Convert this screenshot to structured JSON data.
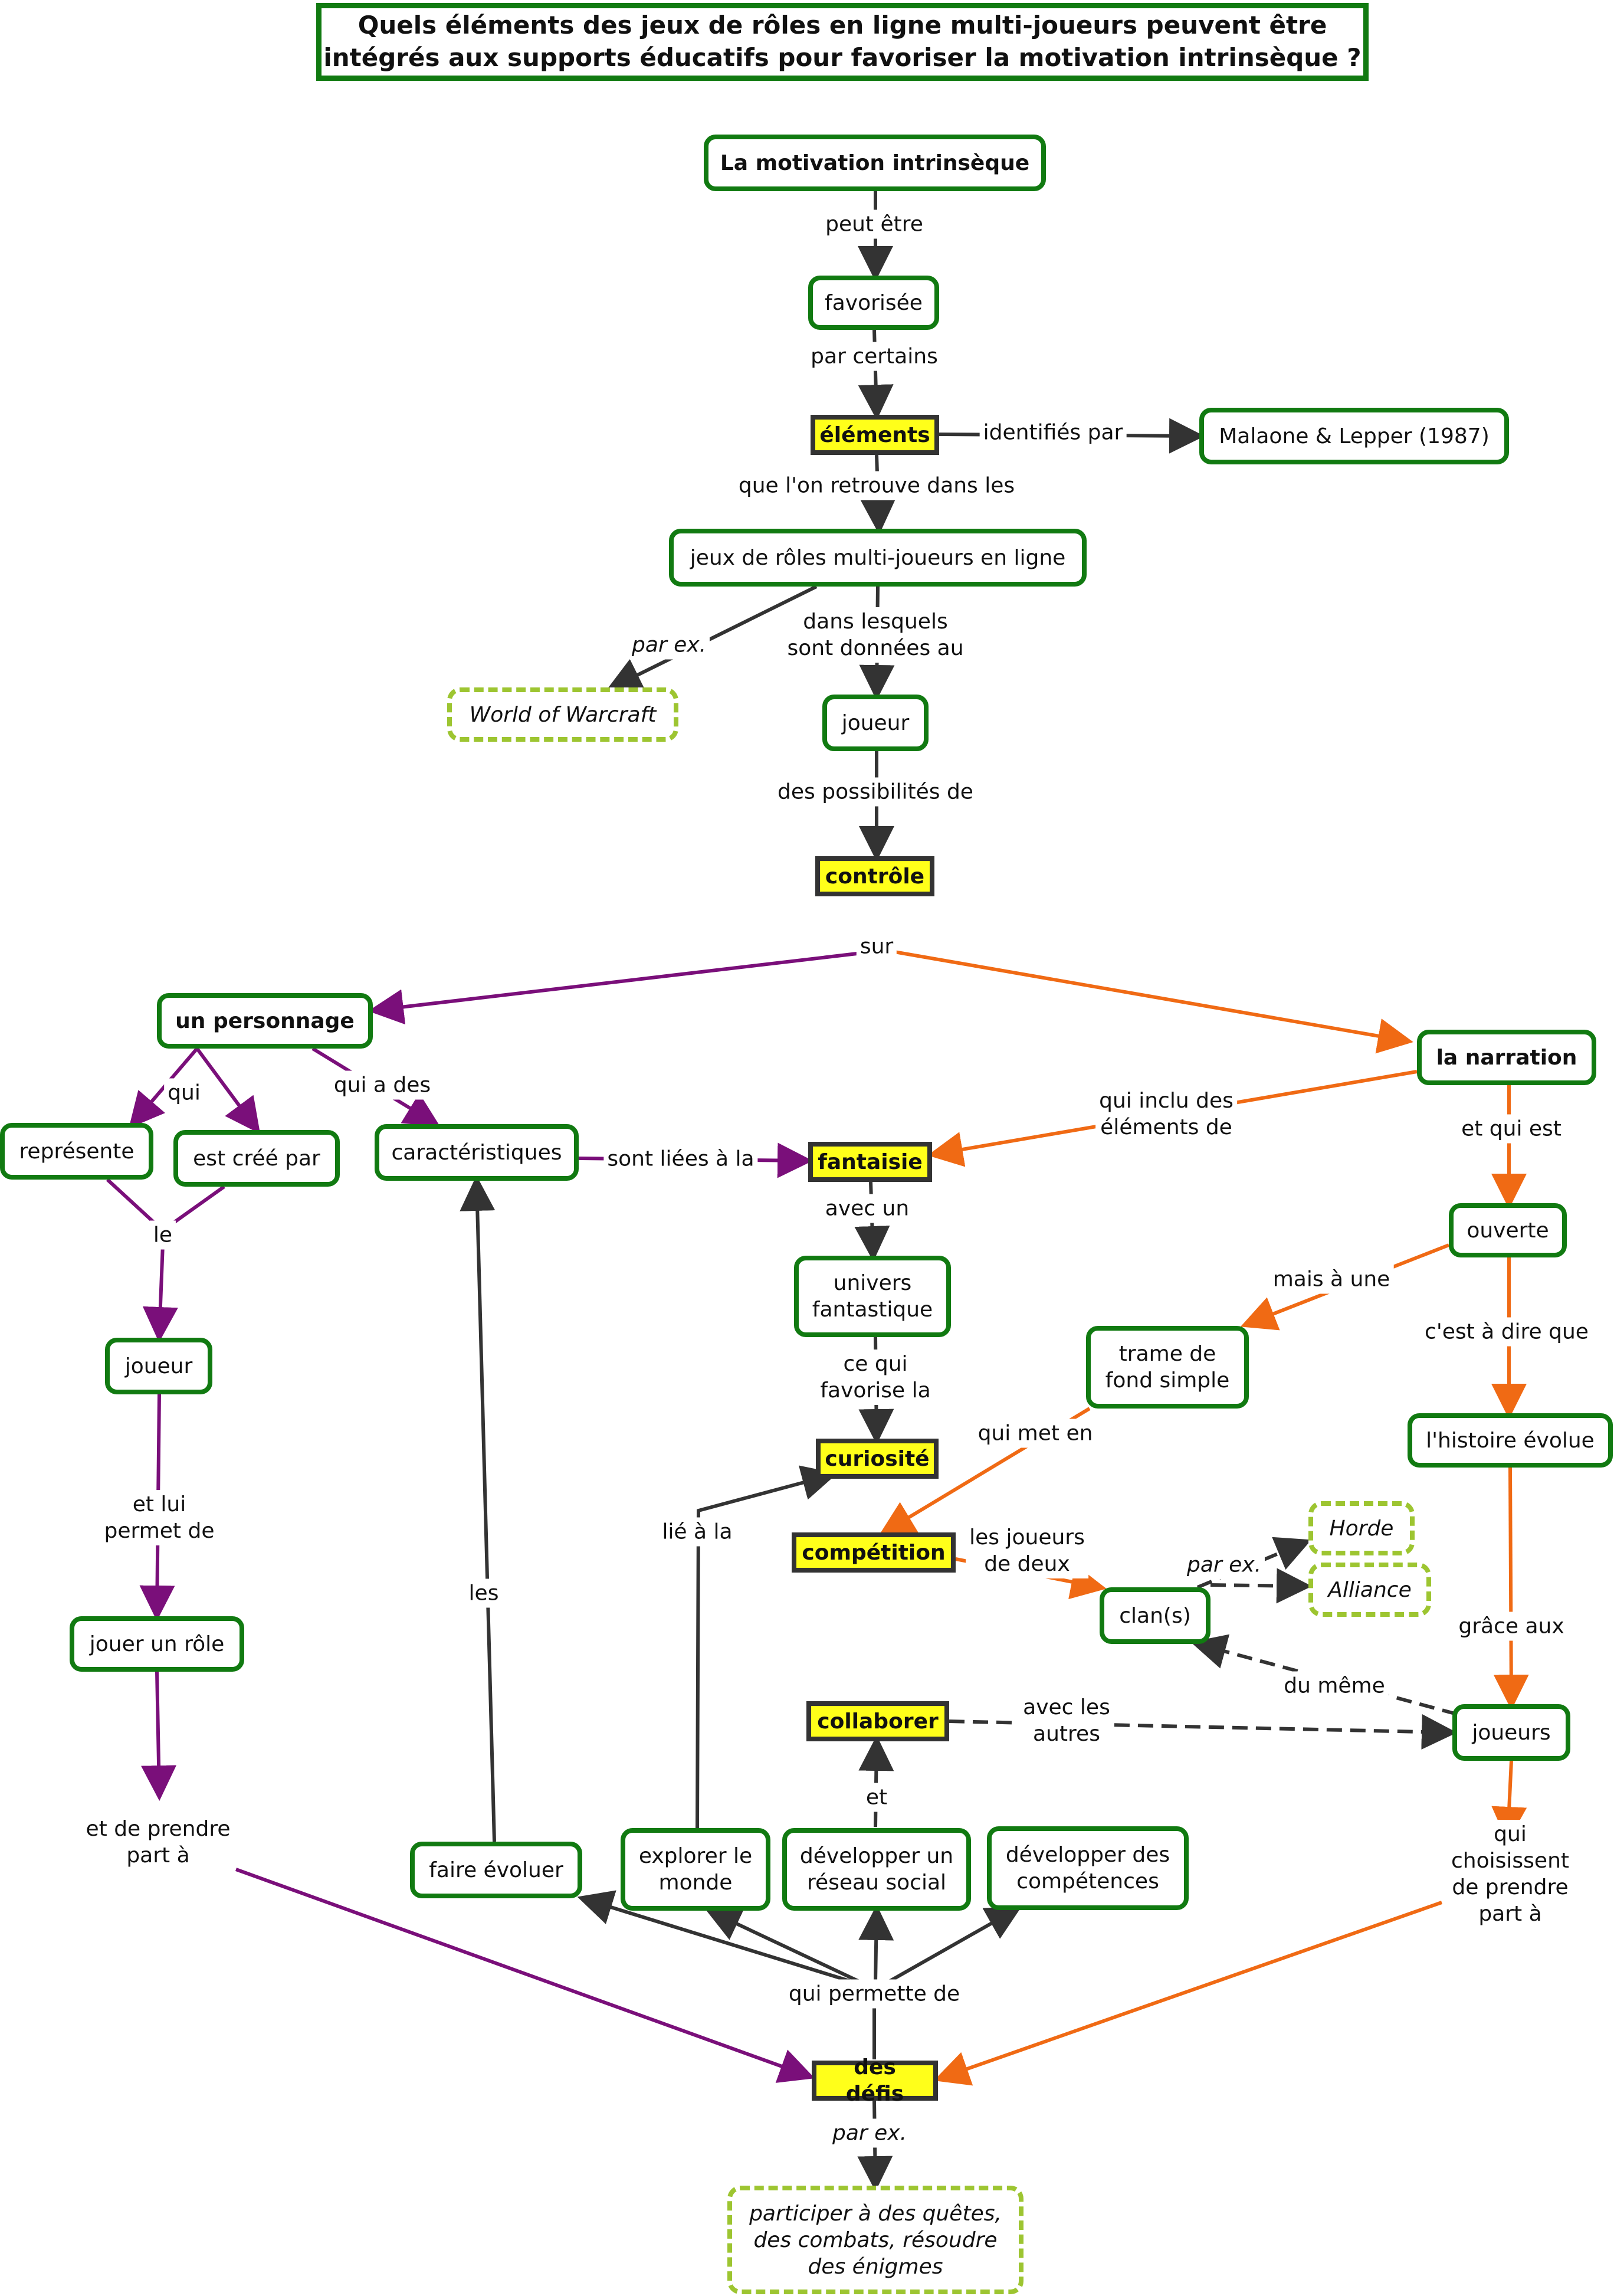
{
  "title": "Quels éléments des jeux de rôles en ligne multi-joueurs peuvent être intégrés aux supports éducatifs pour favoriser la motivation intrinsèque ?",
  "colors": {
    "green": "#117a11",
    "yellow": "#ffff1a",
    "dashed": "#9dc531",
    "dark": "#333333",
    "purple": "#7a0f7a",
    "orange": "#f06a14"
  },
  "nodes": {
    "motivation": "La motivation intrinsèque",
    "favorisee": "favorisée",
    "elements": "éléments",
    "malaone": "Malaone & Lepper (1987)",
    "jeux": "jeux de rôles multi-joueurs en ligne",
    "wow": "World of Warcraft",
    "joueur_top": "joueur",
    "controle": "contrôle",
    "personnage": "un personnage",
    "narration": "la narration",
    "represente": "représente",
    "est_cree": "est créé par",
    "caracteristiques": "caractéristiques",
    "fantaisie": "fantaisie",
    "ouverte": "ouverte",
    "joueur_left": "joueur",
    "univers": "univers\nfantastique",
    "trame": "trame de\nfond simple",
    "histoire": "l'histoire évolue",
    "curiosite": "curiosité",
    "competition": "compétition",
    "horde": "Horde",
    "alliance": "Alliance",
    "clans": "clan(s)",
    "jouer_role": "jouer un rôle",
    "collaborer": "collaborer",
    "joueurs": "joueurs",
    "faire_evoluer": "faire évoluer",
    "explorer": "explorer le\nmonde",
    "reseau": "développer un\nréseau social",
    "competences": "développer des\ncompétences",
    "defis": "des défis",
    "participer": "participer à des quêtes,\ndes combats, résoudre\ndes énigmes"
  },
  "labels": {
    "peut_etre": "peut être",
    "par_certains": "par certains",
    "identifies_par": "identifiés par",
    "que_lon": "que l'on retrouve dans les",
    "par_ex_1": "par ex.",
    "dans_lesquels": "dans lesquels\nsont données au",
    "des_possibilites": "des possibilités de",
    "sur": "sur",
    "qui": "qui",
    "qui_a_des": "qui a des",
    "le": "le",
    "sont_liees": "sont liées à la",
    "qui_inclu": "qui inclu des\néléments de",
    "et_qui_est": "et qui est",
    "avec_un": "avec un",
    "mais_a_une": "mais à une",
    "cest_a_dire": "c'est à dire que",
    "ce_qui": "ce qui\nfavorise la",
    "qui_met_en": "qui met en",
    "et_lui": "et lui\npermet de",
    "lie_a_la": "lié à la",
    "les_joueurs": "les joueurs\nde deux",
    "par_ex_2": "par ex.",
    "les": "les",
    "grace_aux": "grâce aux",
    "du_meme": "du même",
    "avec_les_autres": "avec les\nautres",
    "et": "et",
    "et_de_prendre": "et de prendre\npart à",
    "qui_choisissent": "qui choisissent\nde prendre part à",
    "qui_permette": "qui permette de",
    "par_ex_3": "par ex."
  }
}
